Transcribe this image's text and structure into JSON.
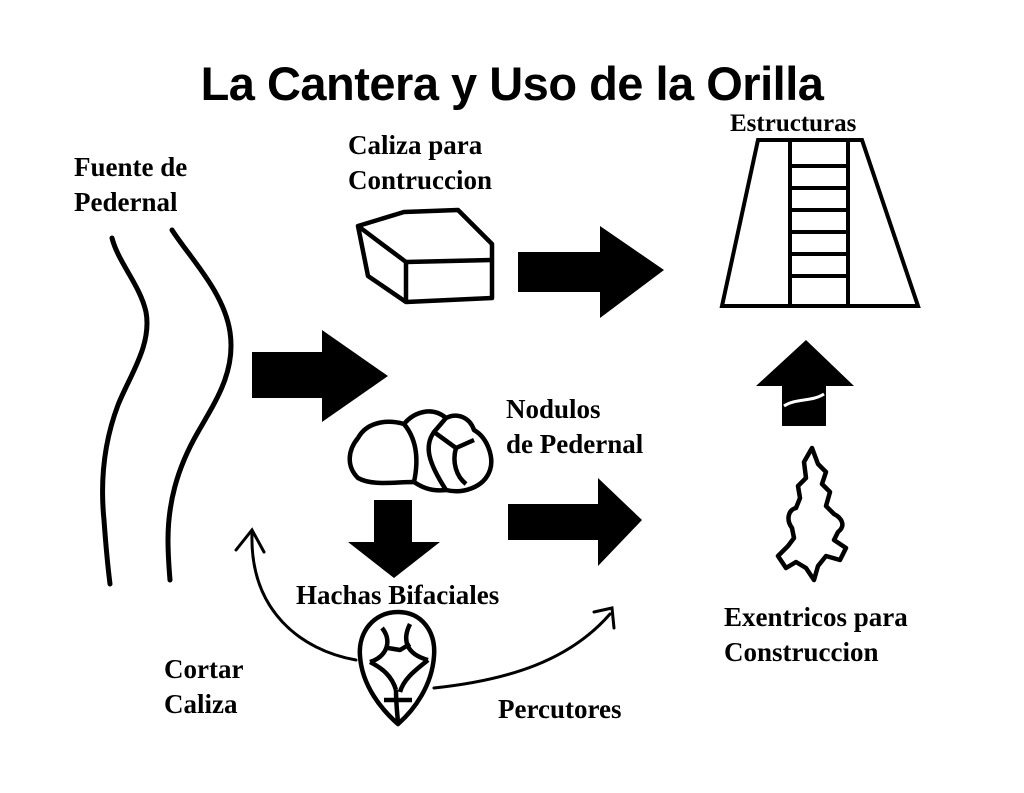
{
  "title": "La Cantera y Uso de la Orilla",
  "labels": {
    "fuente": [
      "Fuente de",
      "Pedernal"
    ],
    "caliza": [
      "Caliza para",
      "Contruccion"
    ],
    "estructuras": "Estructuras",
    "nodulos": [
      "Nodulos",
      "de Pedernal"
    ],
    "hachas": "Hachas Bifaciales",
    "cortar": [
      "Cortar",
      "Caliza"
    ],
    "percutores": "Percutores",
    "excentricos": [
      "Exentricos para",
      "Construccion"
    ]
  },
  "icons": {
    "river": "river-banks-icon",
    "block": "limestone-block-icon",
    "pyramid": "pyramid-structure-icon",
    "nodules": "flint-nodules-icon",
    "biface": "biface-axe-icon",
    "eccentric": "eccentric-flint-icon"
  },
  "colors": {
    "ink": "#000000",
    "paper": "#ffffff"
  }
}
